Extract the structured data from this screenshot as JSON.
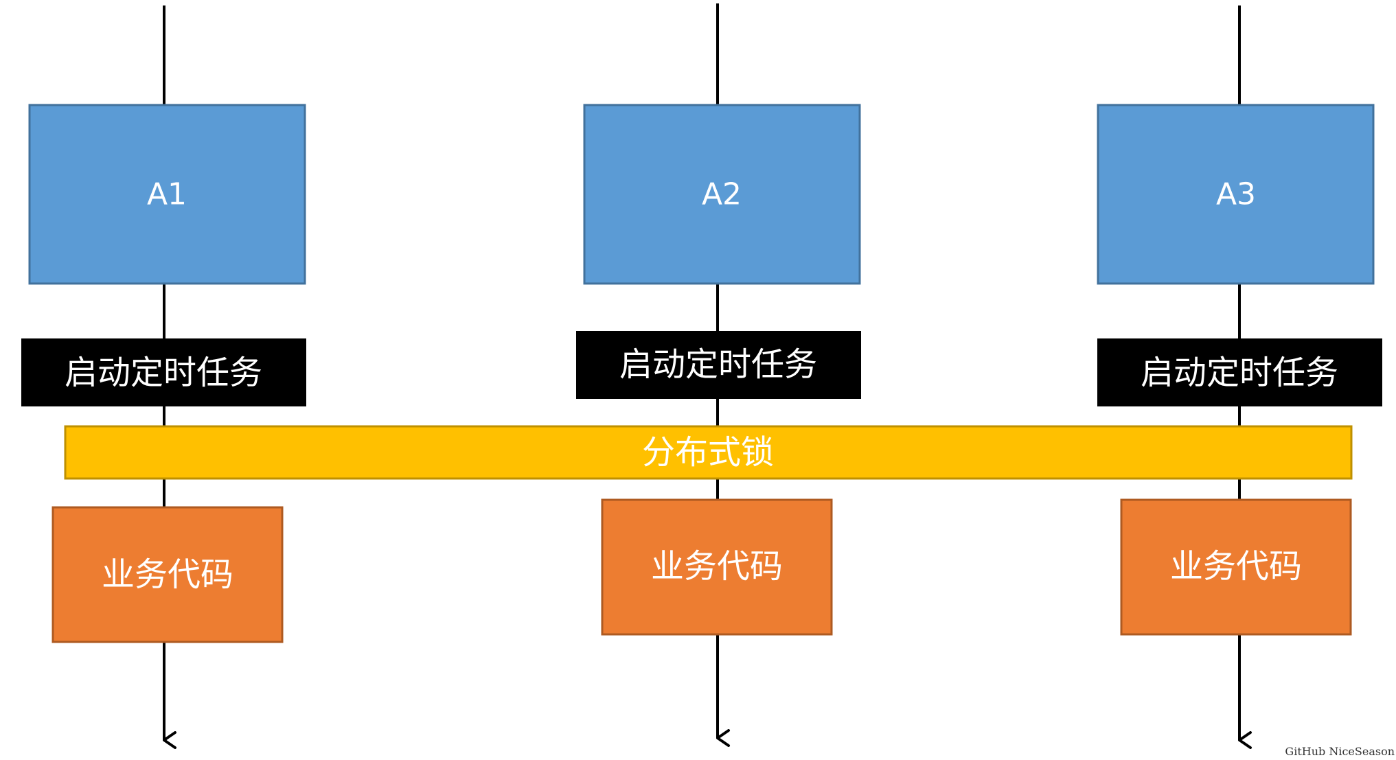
{
  "nodes": [
    {
      "id": "A1",
      "label": "A1"
    },
    {
      "id": "A2",
      "label": "A2"
    },
    {
      "id": "A3",
      "label": "A3"
    }
  ],
  "timer_label": "启动定时任务",
  "lock_label": "分布式锁",
  "business_label": "业务代码",
  "watermark": "GitHub NiceSeason",
  "colors": {
    "node_fill": "#5b9bd5",
    "node_border": "#41719c",
    "timer_fill": "#000000",
    "lock_fill": "#ffc000",
    "lock_border": "#bf9000",
    "business_fill": "#ed7d31",
    "business_border": "#ae5a21",
    "line": "#000000"
  }
}
